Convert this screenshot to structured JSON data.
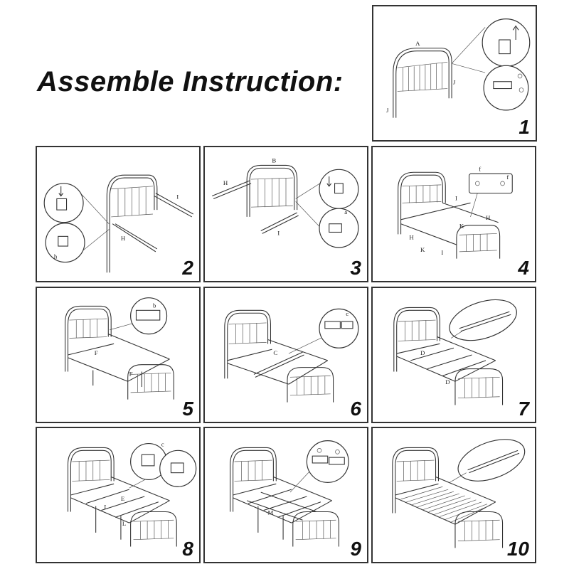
{
  "title": "Assemble Instruction:",
  "steps": [
    {
      "number": "1",
      "labels": [
        "A",
        "J",
        "J"
      ]
    },
    {
      "number": "2",
      "labels": [
        "H",
        "I",
        "h"
      ]
    },
    {
      "number": "3",
      "labels": [
        "H",
        "B",
        "I",
        "a"
      ]
    },
    {
      "number": "4",
      "labels": [
        "I",
        "K",
        "H",
        "K",
        "I",
        "H",
        "f",
        "f"
      ]
    },
    {
      "number": "5",
      "labels": [
        "F",
        "F",
        "b"
      ]
    },
    {
      "number": "6",
      "labels": [
        "C",
        "c"
      ]
    },
    {
      "number": "7",
      "labels": [
        "D",
        "D"
      ]
    },
    {
      "number": "8",
      "labels": [
        "E",
        "L",
        "L",
        "c"
      ]
    },
    {
      "number": "9",
      "labels": [
        "M"
      ]
    },
    {
      "number": "10",
      "labels": []
    }
  ]
}
